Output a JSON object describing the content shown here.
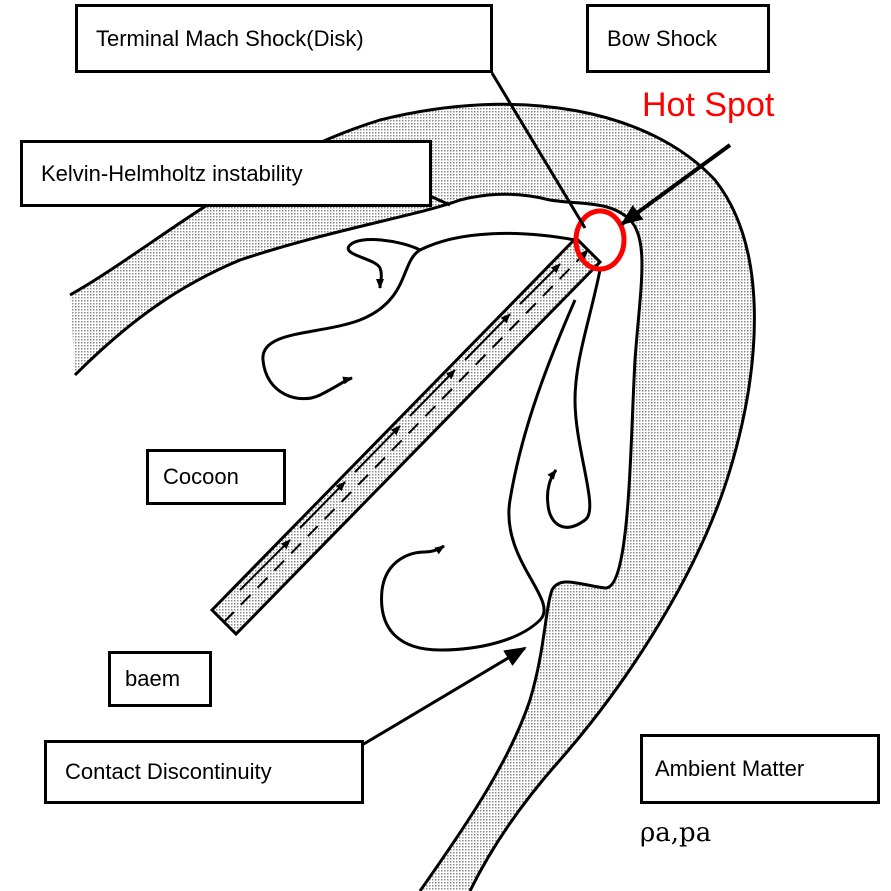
{
  "labels": {
    "terminal_shock": "Terminal Mach Shock(Disk)",
    "bow_shock": "Bow Shock",
    "hot_spot": "Hot Spot",
    "kh_instability": "Kelvin-Helmholtz instability",
    "cocoon": "Cocoon",
    "beam": "baem",
    "contact_discontinuity": "Contact Discontinuity",
    "ambient_matter": "Ambient Matter",
    "ambient_symbols": "ρa,pa"
  },
  "colors": {
    "hot_spot": "#ff0000",
    "shading": "#c8c8c8",
    "line": "#000000"
  }
}
